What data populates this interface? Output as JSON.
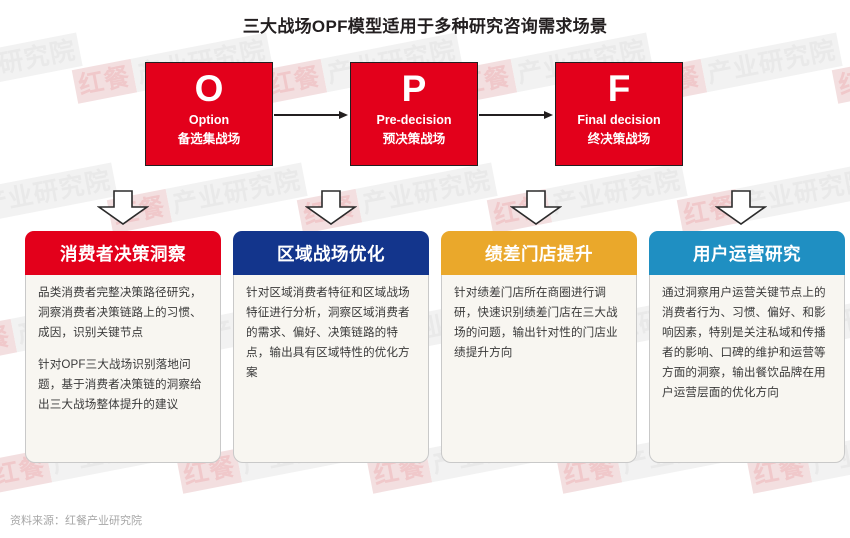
{
  "page": {
    "title": "三大战场OPF模型适用于多种研究咨询需求场景",
    "source_note": "资料来源：红餐产业研究院",
    "watermark_logo": "红餐",
    "watermark_text": "产业研究院"
  },
  "colors": {
    "opf_red": "#e3001b",
    "card_red": "#e3001b",
    "card_blue": "#13358c",
    "card_orange": "#eaa82b",
    "card_teal": "#1f8fc2",
    "card_body_bg": "#f8f6f1",
    "outline": "#231f20",
    "title_text": "#231f20",
    "body_text": "#3a3a3a",
    "source_text": "#a7a7a7"
  },
  "opf": {
    "stages": [
      {
        "letter": "O",
        "english": "Option",
        "chinese": "备选集战场"
      },
      {
        "letter": "P",
        "english": "Pre-decision",
        "chinese": "预决策战场"
      },
      {
        "letter": "F",
        "english": "Final decision",
        "chinese": "终决策战场"
      }
    ]
  },
  "cards": [
    {
      "title": "消费者决策洞察",
      "accent": "#e3001b",
      "paragraphs": [
        "品类消费者完整决策路径研究，洞察消费者决策链路上的习惯、成因，识别关键节点",
        "针对OPF三大战场识别落地问题，基于消费者决策链的洞察给出三大战场整体提升的建议"
      ]
    },
    {
      "title": "区域战场优化",
      "accent": "#13358c",
      "paragraphs": [
        "针对区域消费者特征和区域战场特征进行分析，洞察区域消费者的需求、偏好、决策链路的特点，输出具有区域特性的优化方案"
      ]
    },
    {
      "title": "绩差门店提升",
      "accent": "#eaa82b",
      "paragraphs": [
        "针对绩差门店所在商圈进行调研，快速识别绩差门店在三大战场的问题，输出针对性的门店业绩提升方向"
      ]
    },
    {
      "title": "用户运营研究",
      "accent": "#1f8fc2",
      "paragraphs": [
        "通过洞察用户运营关键节点上的消费者行为、习惯、偏好、和影响因素，特别是关注私域和传播者的影响、口碑的维护和运营等方面的洞察，输出餐饮品牌在用户运营层面的优化方向"
      ]
    }
  ],
  "icons": {
    "flow_arrow": "arrow-right-icon",
    "down_arrow": "arrow-down-block-icon"
  }
}
